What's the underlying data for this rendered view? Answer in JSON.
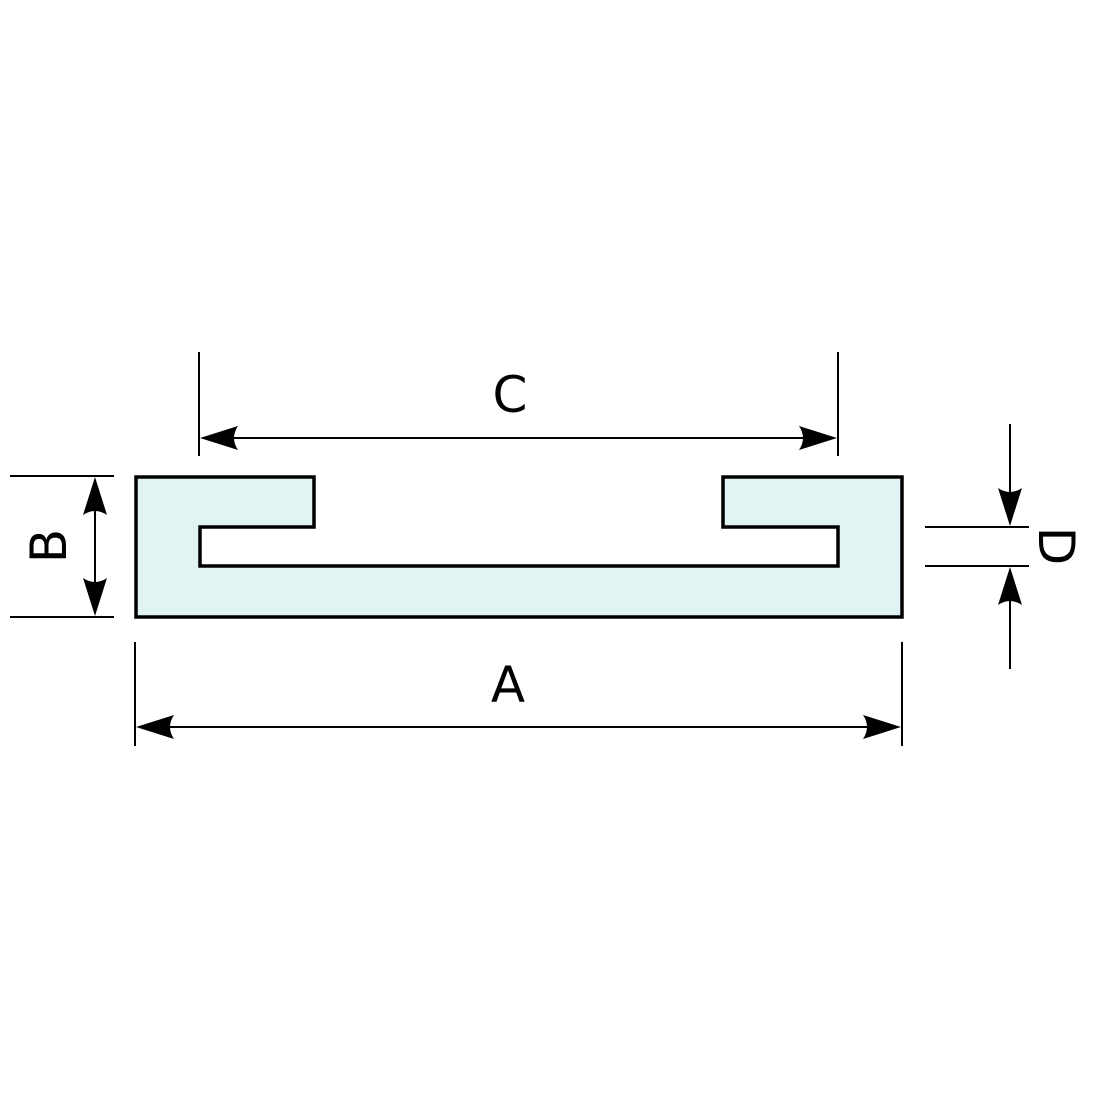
{
  "diagram": {
    "colors": {
      "background": "#ffffff",
      "stroke": "#000000",
      "profile_fill": "#e1f3f2"
    },
    "labels": {
      "a": "A",
      "b": "B",
      "c": "C",
      "d": "D"
    }
  }
}
